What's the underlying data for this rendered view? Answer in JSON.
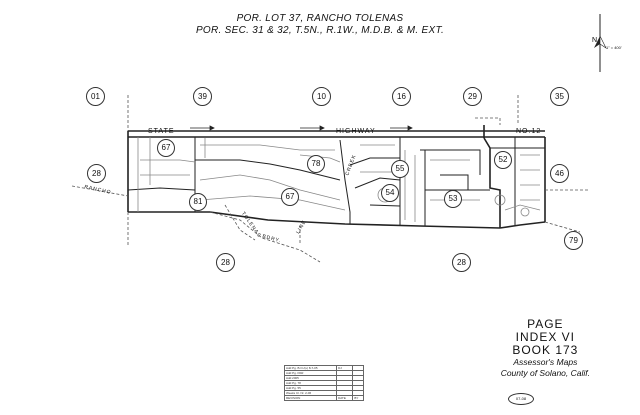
{
  "title": {
    "line1": "POR. LOT 37, RANCHO TOLENAS",
    "line2": "POR. SEC. 31 & 32, T.5N., R.1W., M.D.B. & M. EXT."
  },
  "outer_pages": [
    "01",
    "39",
    "10",
    "16",
    "29",
    "35",
    "28",
    "46",
    "79",
    "28",
    "28"
  ],
  "inner_parcels": [
    "67",
    "78",
    "55",
    "52",
    "67",
    "54",
    "53",
    "81"
  ],
  "roads": {
    "state": "STATE",
    "highway": "HIGHWAY",
    "no12": "NO.12",
    "rancho": "RANCHO",
    "tolenas": "TOLENAS",
    "bdry": "BDRY.",
    "line": "LINE",
    "creek": "CREEK"
  },
  "index": {
    "page": "PAGE",
    "index": "INDEX VI",
    "book": "BOOK 173",
    "assessor": "Assessor's Maps",
    "county": "County of Solano, Calif."
  },
  "scale": "1\" = 400'",
  "north_letter": "N",
  "ref": "07-08",
  "revision_rows": [
    [
      "Add Pg. B.O./(u) 8-7-05",
      "DJ"
    ],
    [
      "Add Pg. PAR"
    ],
    [
      "Add 2005"
    ],
    [
      "Add Pg. 78"
    ],
    [
      "Add Pg. 55"
    ],
    [
      "Weeks Cl. Nr. 2-06"
    ],
    [
      "REVISION",
      "DATE",
      "BY"
    ]
  ]
}
